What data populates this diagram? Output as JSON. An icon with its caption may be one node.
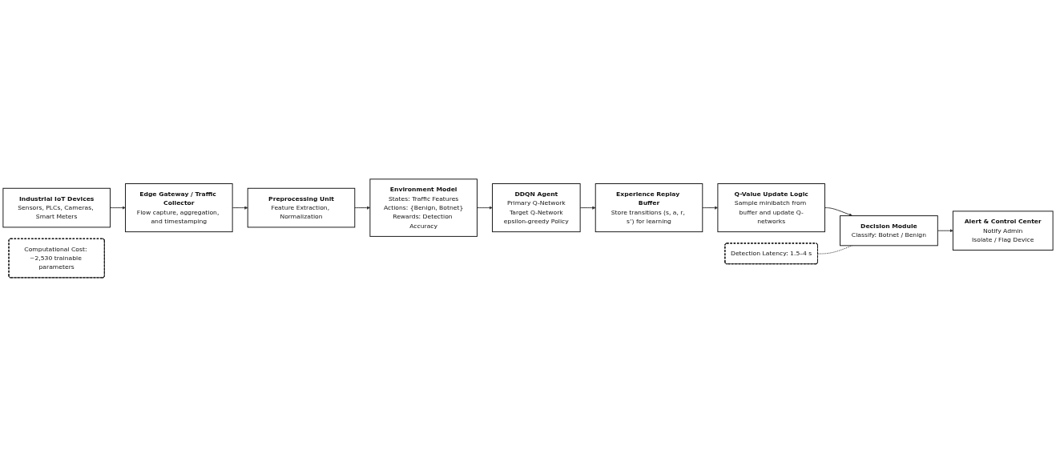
{
  "diagram": {
    "nodes": [
      {
        "text": [
          "Industrial IoT Devices",
          "Sensors, PLCs, Cameras, Smart Meters"
        ]
      },
      {
        "text": [
          "Edge Gateway / Traffic Collector",
          "Flow capture, aggregation, and timestamping"
        ]
      },
      {
        "text": [
          "Preprocessing Unit",
          "Feature Extraction, Normalization"
        ]
      },
      {
        "text": [
          "Environment Model",
          "States: Traffic Features",
          "Actions: {Benign, Botnet}",
          "Rewards: Detection Accuracy"
        ]
      },
      {
        "text": [
          "Computational Cost: ~2,530 trainable parameters"
        ]
      },
      {
        "text": [
          "DDQN Agent",
          "Primary Q-Network",
          "Target Q-Network",
          "epsilon-greedy Policy"
        ]
      },
      {
        "text": [
          "Detection Latency: 1.5–4 s"
        ]
      },
      {
        "text": [
          "Alert & Control Center",
          "Notify Admin",
          "Isolate / Flag Device"
        ]
      },
      {
        "text": [
          "Decision Module",
          "Classify: Botnet / Benign"
        ]
      },
      {
        "text": [
          "Q-Value Update Logic",
          "Sample minibatch from buffer and update Q-networks"
        ]
      },
      {
        "text": [
          "Experience Replay Buffer",
          "Store transitions (s, a, r, s’) for learning"
        ]
      }
    ],
    "edges": [
      {
        "from": 0,
        "to": 1,
        "arrow": "to"
      },
      {
        "from": 1,
        "to": 2,
        "arrow": "to"
      },
      {
        "from": 2,
        "to": 3,
        "arrow": "to"
      },
      {
        "from": 3,
        "to": 5,
        "arrow": "to"
      },
      {
        "from": 5,
        "to": 10,
        "arrow": "to"
      },
      {
        "from": 10,
        "to": 9,
        "arrow": "to"
      },
      {
        "from": 9,
        "to": 8,
        "arrow": "to"
      },
      {
        "from": 8,
        "to": 7,
        "arrow": "to"
      },
      {
        "from": 6,
        "to": 8,
        "arrow": "none",
        "style": "dashed"
      }
    ]
  }
}
